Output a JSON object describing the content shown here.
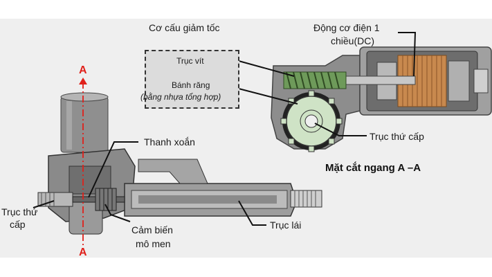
{
  "labels": {
    "reduction_mechanism": "Cơ cấu giảm tốc",
    "dc_motor_line1": "Động cơ điện 1",
    "dc_motor_line2": "chiều(DC)",
    "worm_shaft": "Trục vít",
    "gear_line1": "Bánh răng",
    "gear_line2": "(bằng nhựa tổng hợp)",
    "secondary_shaft_right": "Trục thứ cấp",
    "cross_section": "Mặt cắt ngang A –A",
    "torsion_bar": "Thanh xoắn",
    "secondary_shaft_left_line1": "Trục thứ",
    "secondary_shaft_left_line2": "cấp",
    "torque_sensor_line1": "Cảm biến",
    "torque_sensor_line2": "mô men",
    "steering_shaft": "Trục lái",
    "section_mark_top": "A",
    "section_mark_bottom": "A"
  },
  "colors": {
    "panel": "#efefef",
    "section_line": "#e0201a",
    "motor_copper": "#c8894e",
    "gear_green": "#cfe3c6",
    "worm_green": "#6e9a5a",
    "housing_gray": "#9a9a9a"
  }
}
